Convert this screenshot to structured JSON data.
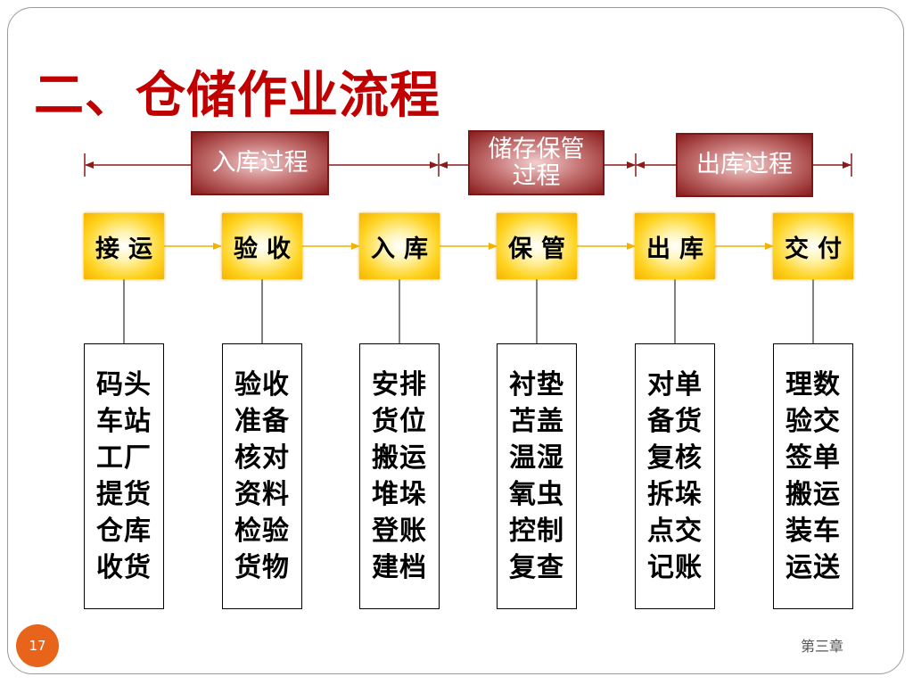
{
  "title": "二、仓储作业流程",
  "phases": [
    {
      "label": "入库过程"
    },
    {
      "label": "储存保管\n过程"
    },
    {
      "label": "出库过程"
    }
  ],
  "steps": [
    {
      "label": "接运",
      "details": [
        "码头",
        "车站",
        "工厂",
        "提货",
        "仓库",
        "收货"
      ]
    },
    {
      "label": "验收",
      "details": [
        "验收",
        "准备",
        "核对",
        "资料",
        "检验",
        "货物"
      ]
    },
    {
      "label": "入库",
      "details": [
        "安排",
        "货位",
        "搬运",
        "堆垛",
        "登账",
        "建档"
      ]
    },
    {
      "label": "保管",
      "details": [
        "衬垫",
        "苫盖",
        "温湿",
        "氧虫",
        "控制",
        "复查"
      ]
    },
    {
      "label": "出库",
      "details": [
        "对单",
        "备货",
        "复核",
        "拆垛",
        "点交",
        "记账"
      ]
    },
    {
      "label": "交付",
      "details": [
        "理数",
        "验交",
        "签单",
        "搬运",
        "装车",
        "运送"
      ]
    }
  ],
  "footer": {
    "page_number": "17",
    "chapter": "第三章"
  },
  "colors": {
    "title": "#c00000",
    "phase_bg": "#8a1c1c",
    "step_bg": "#ffd21e",
    "arrow": "#f0b400",
    "span_line": "#8b1a1a"
  }
}
